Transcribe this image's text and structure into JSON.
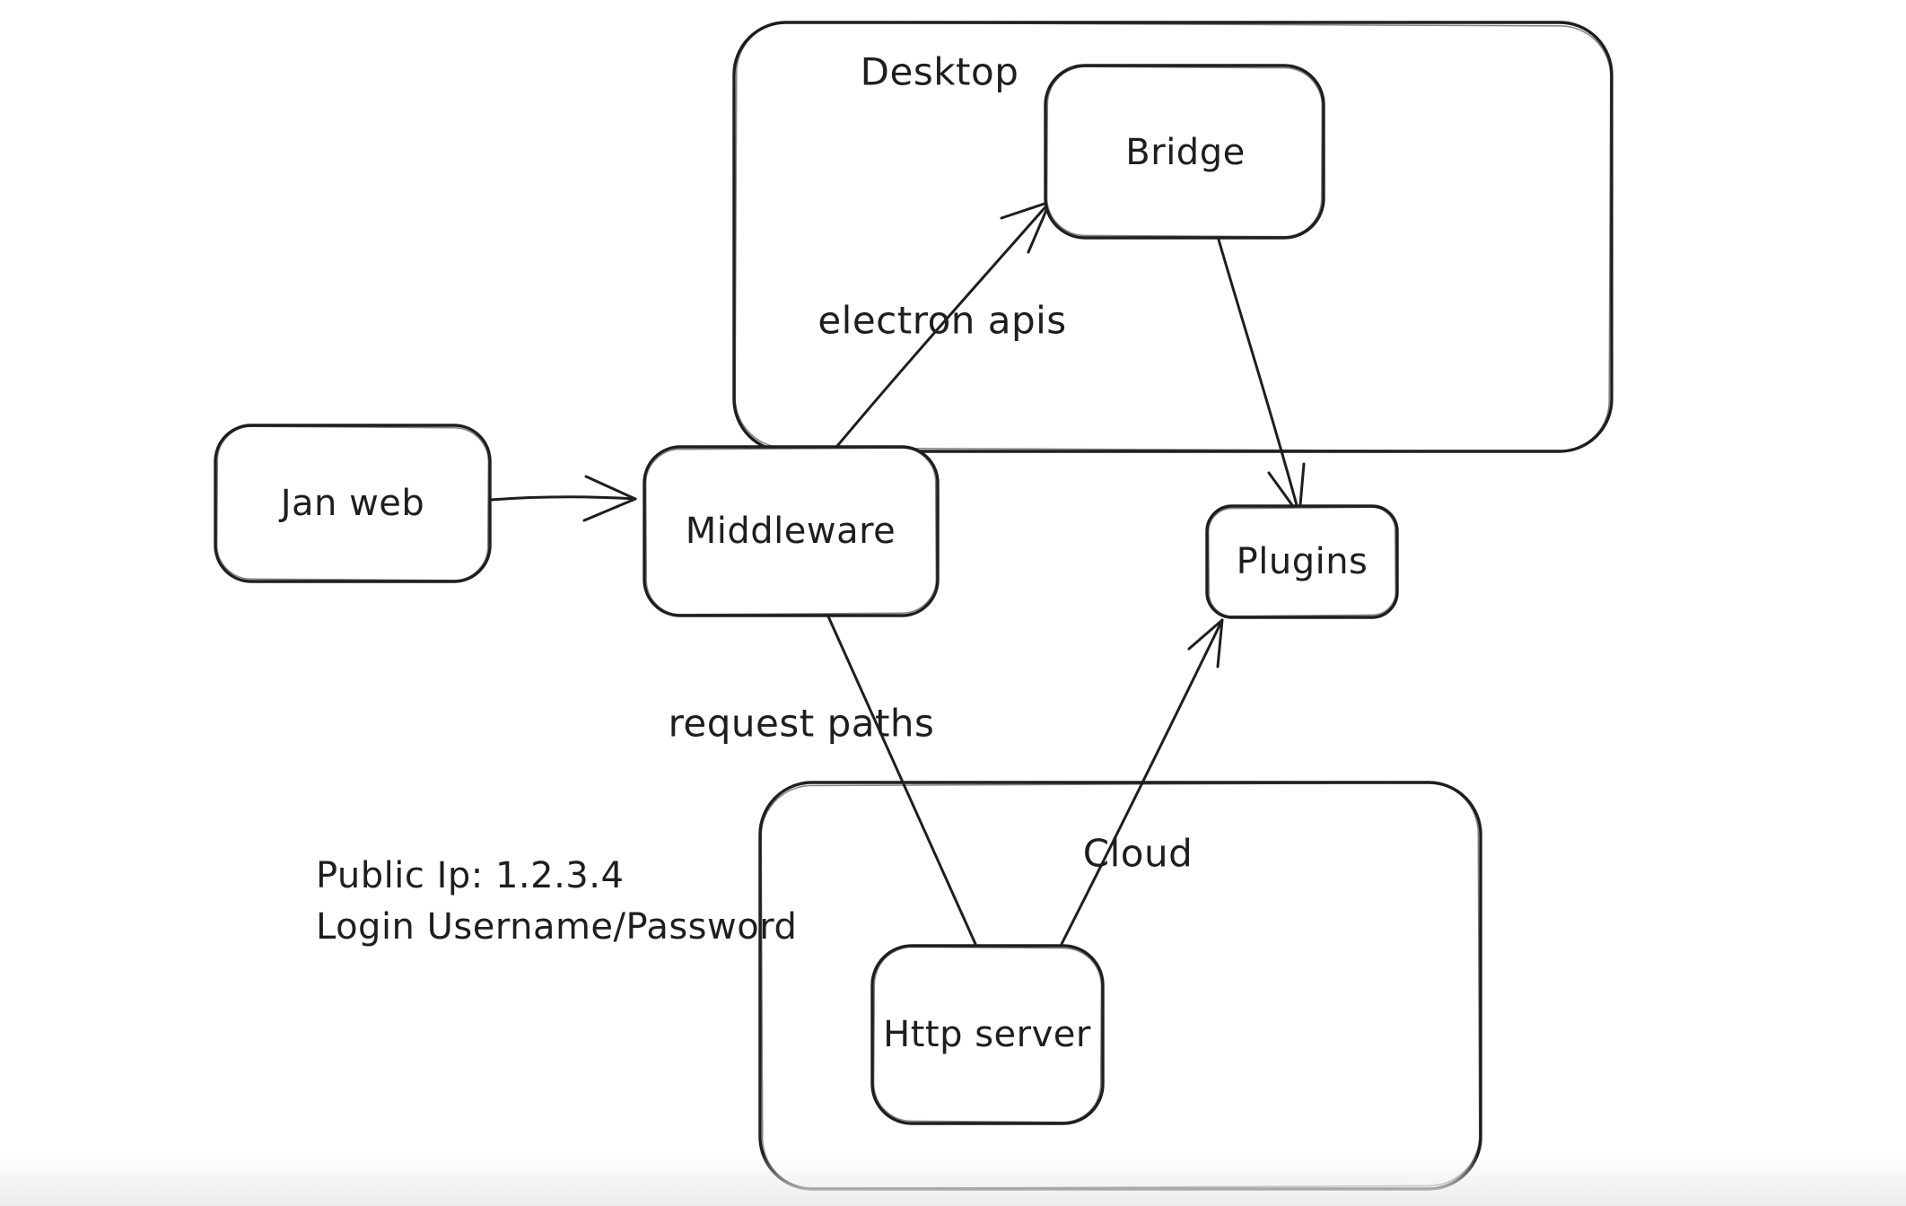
{
  "diagram": {
    "containers": [
      {
        "id": "desktop",
        "label": "Desktop"
      },
      {
        "id": "cloud",
        "label": "Cloud"
      }
    ],
    "nodes": [
      {
        "id": "jan_web",
        "label": "Jan web"
      },
      {
        "id": "middleware",
        "label": "Middleware"
      },
      {
        "id": "bridge",
        "label": "Bridge"
      },
      {
        "id": "plugins",
        "label": "Plugins"
      },
      {
        "id": "http_server",
        "label": "Http server"
      }
    ],
    "edges": [
      {
        "from": "Jan web",
        "to": "Middleware",
        "label": ""
      },
      {
        "from": "Middleware",
        "to": "Bridge",
        "label": "electron apis"
      },
      {
        "from": "Bridge",
        "to": "Plugins",
        "label": ""
      },
      {
        "from": "Middleware",
        "to": "Http server",
        "label": "request paths"
      },
      {
        "from": "Http server",
        "to": "Plugins",
        "label": ""
      }
    ],
    "notes": {
      "line1": "Public Ip: 1.2.3.4",
      "line2": "Login Username/Password"
    },
    "colors": {
      "stroke": "#1e1e1e",
      "background": "#ffffff",
      "bottom_fade": "#ececec"
    }
  }
}
